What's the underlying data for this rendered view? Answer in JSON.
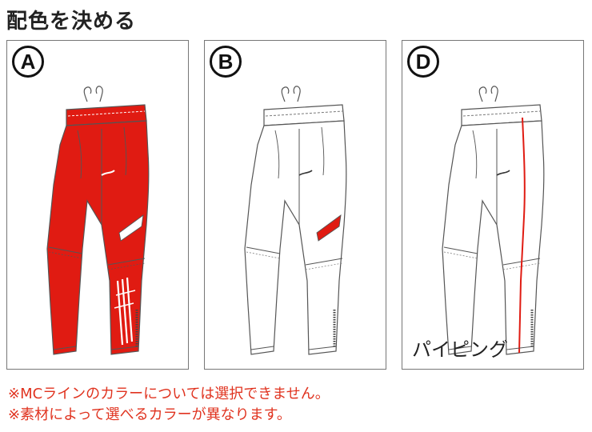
{
  "title": "配色を決める",
  "panels": [
    {
      "badge": "A",
      "variant": "red"
    },
    {
      "badge": "B",
      "variant": "white-red-accent"
    },
    {
      "badge": "D",
      "variant": "white-red-piping",
      "caption": "パイピング"
    }
  ],
  "notes": [
    "※MCラインのカラーについては選択できません。",
    "※素材によって選べるカラーが異なります。"
  ],
  "colors": {
    "red": "#e01b12",
    "outline": "#555555",
    "note_text": "#e0331f",
    "white": "#ffffff"
  }
}
